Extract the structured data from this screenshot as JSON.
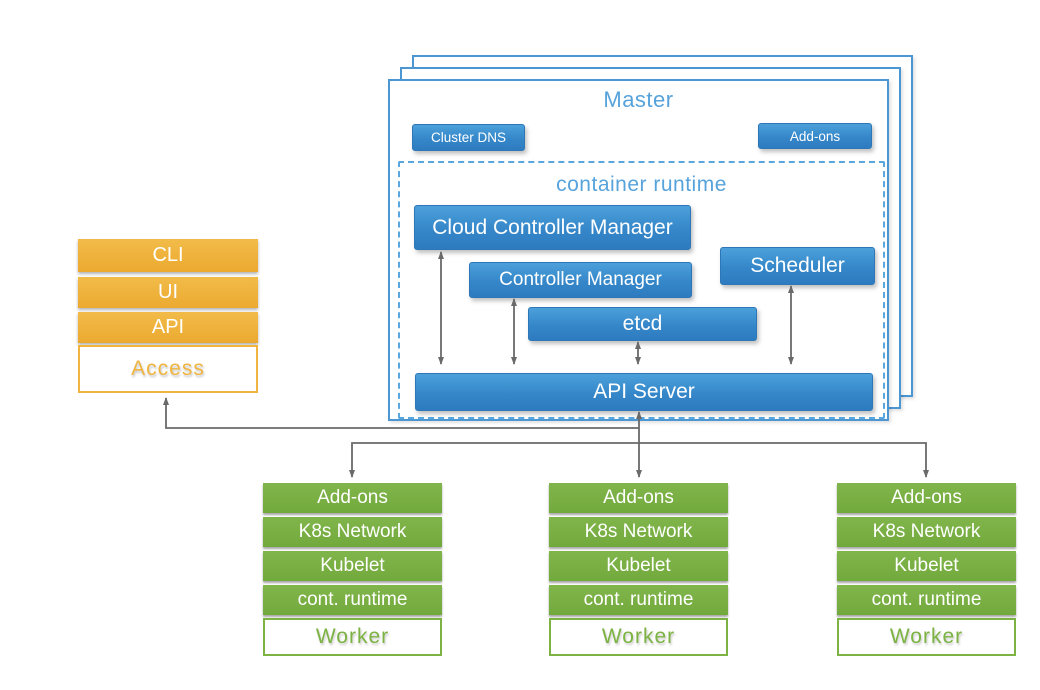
{
  "diagram": {
    "access": {
      "items": [
        "CLI",
        "UI",
        "API"
      ],
      "label": "Access"
    },
    "master": {
      "title": "Master",
      "cluster_dns": "Cluster DNS",
      "addons": "Add-ons",
      "container_runtime": {
        "title": "container runtime",
        "cloud_controller_manager": "Cloud Controller Manager",
        "controller_manager": "Controller Manager",
        "etcd": "etcd",
        "scheduler": "Scheduler",
        "api_server": "API Server"
      }
    },
    "worker": {
      "rows": [
        "Add-ons",
        "K8s Network",
        "Kubelet",
        "cont. runtime"
      ],
      "label": "Worker"
    },
    "colors": {
      "box_blue": "#3587C9",
      "light_blue_text": "#57A3DB",
      "orange": "#EFB440",
      "green": "#7CB342",
      "arrow_gray": "#6A6A6A"
    }
  }
}
